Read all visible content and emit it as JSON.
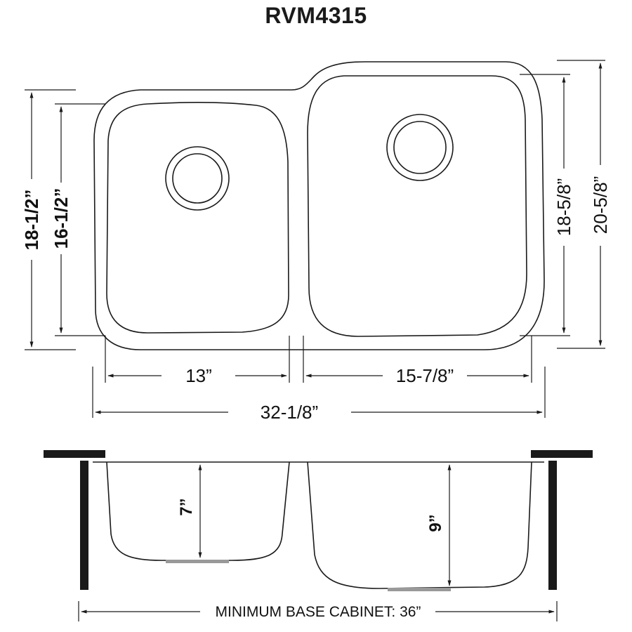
{
  "title": "RVM4315",
  "top_view": {
    "left_bowl_width": "13”",
    "right_bowl_width": "15-7/8”",
    "overall_width": "32-1/8”",
    "left_outer_height": "18-1/2”",
    "left_bowl_height": "16-1/2”",
    "right_bowl_height": "18-5/8”",
    "right_outer_height": "20-5/8”"
  },
  "side_view": {
    "left_bowl_depth": "7”",
    "right_bowl_depth": "9”",
    "cabinet_label": "MINIMUM BASE CABINET: 36”"
  },
  "colors": {
    "line": "#1a1a1a",
    "background": "#ffffff"
  }
}
